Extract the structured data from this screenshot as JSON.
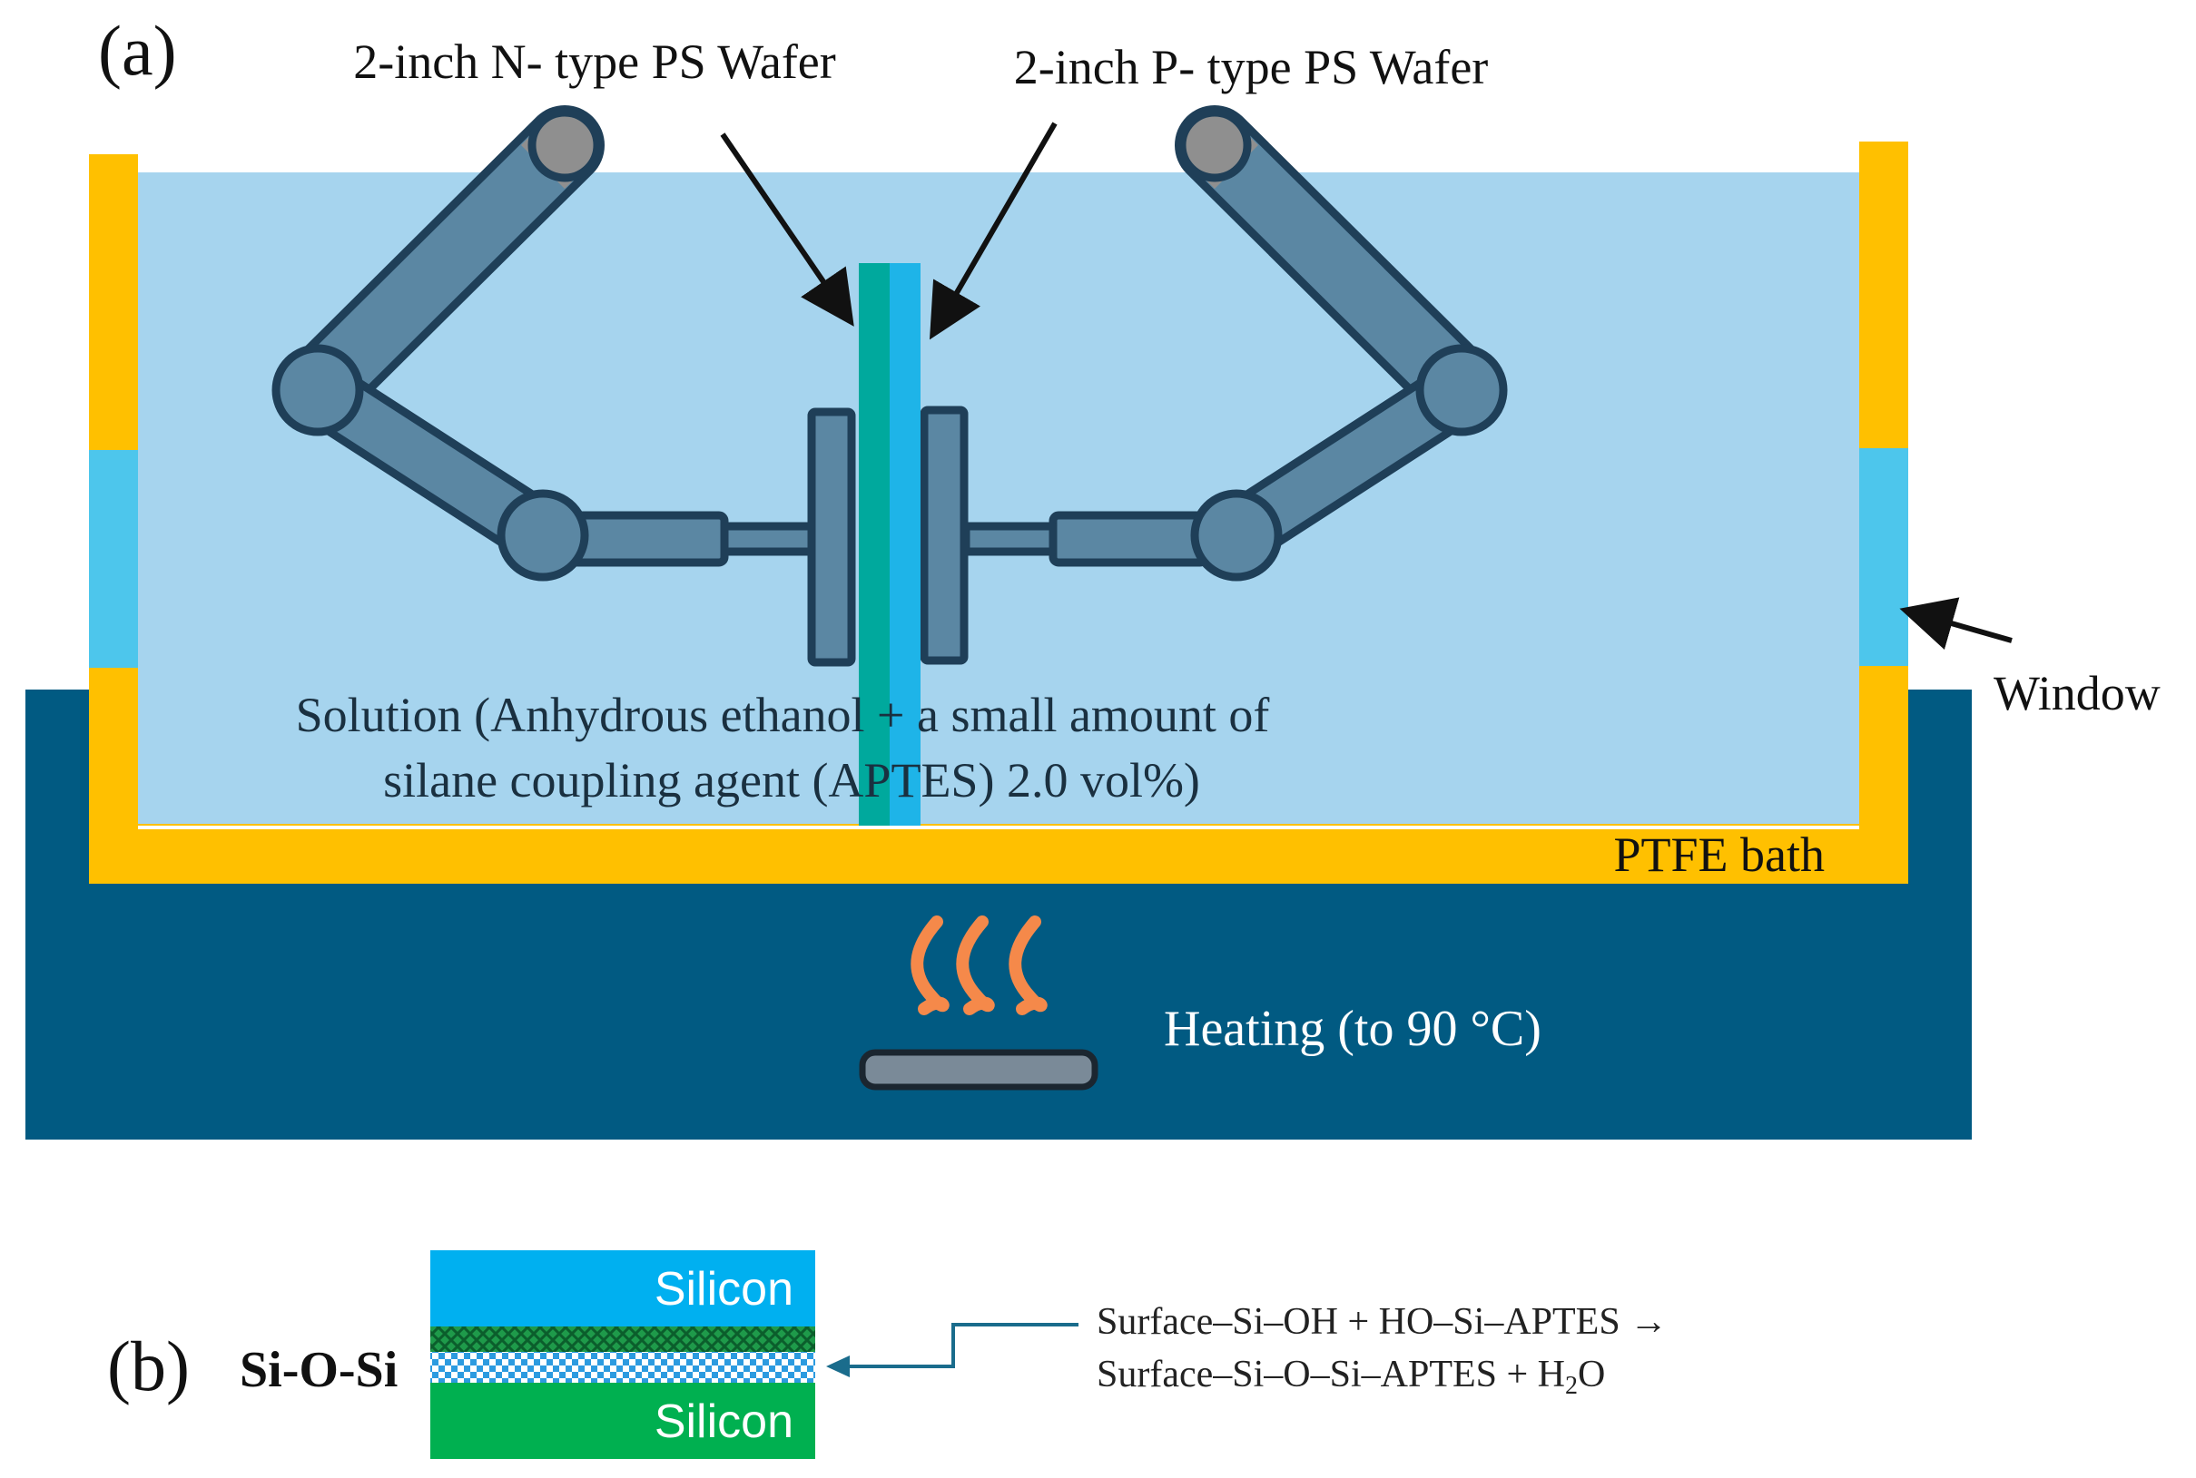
{
  "panel_a": {
    "label": "(a)",
    "n_wafer_label": "2-inch N- type PS Wafer",
    "p_wafer_label": "2-inch P- type PS Wafer",
    "solution_line1": "Solution (Anhydrous ethanol + a small amount of",
    "solution_line2": "silane coupling agent (APTES) 2.0 vol%)",
    "window_label": "Window",
    "bath_label": "PTFE bath",
    "heating_label": "Heating (to 90 °C)"
  },
  "panel_b": {
    "label": "(b)",
    "bond_label": "Si-O-Si",
    "top_layer_label": "Silicon",
    "bottom_layer_label": "Silicon",
    "reaction_line1": "Surface–Si–OH + HO–Si–APTES →",
    "reaction_line2_prefix": "Surface–Si–O–Si–APTES + H",
    "reaction_line2_sub": "2",
    "reaction_line2_suffix": "O"
  },
  "colors": {
    "ptfe": "#FFC000",
    "solution": "#A6D4EE",
    "window": "#4DC6EC",
    "heater_base": "#015A82",
    "arm": "#5B87A3",
    "arm_outline": "#1F3F58",
    "n_wafer": "#00A99D",
    "p_wafer": "#1EB4E8",
    "flame": "#F5894A",
    "silicon_top": "#00B0F0",
    "silicon_bottom": "#00B050",
    "crosshatch": "#0E7A3C",
    "checker": "#2C9BE0",
    "reaction_arrow": "#1A6C8C"
  }
}
